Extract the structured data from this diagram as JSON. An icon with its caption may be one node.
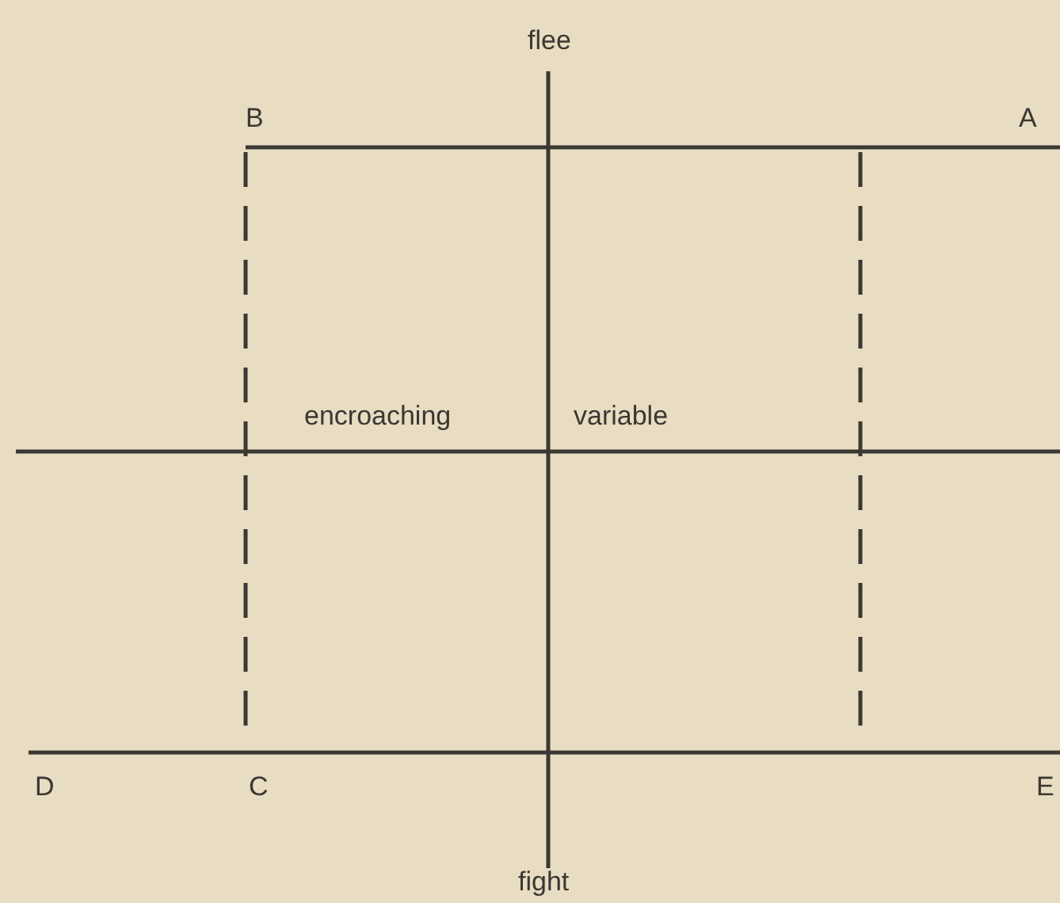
{
  "diagram": {
    "labels": [
      "flee",
      "B",
      "A",
      "encroaching",
      "variable",
      "D",
      "C",
      "E",
      "fight"
    ]
  }
}
